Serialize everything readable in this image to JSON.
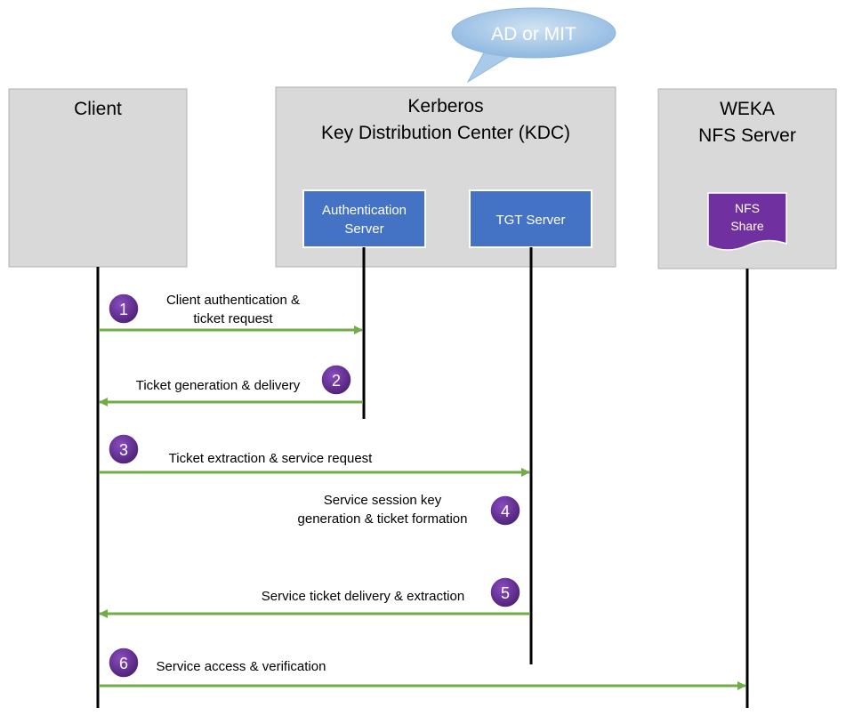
{
  "callout": {
    "text": "AD or MIT"
  },
  "participants": {
    "client": {
      "title": [
        "Client"
      ]
    },
    "kdc": {
      "title": [
        "Kerberos",
        "Key Distribution Center (KDC)"
      ]
    },
    "weka": {
      "title": [
        "WEKA",
        "NFS Server"
      ]
    }
  },
  "components": {
    "auth_server": {
      "lines": [
        "Authentication",
        "Server"
      ]
    },
    "tgt_server": {
      "lines": [
        "TGT Server"
      ]
    },
    "nfs_share": {
      "lines": [
        "NFS",
        "Share"
      ]
    }
  },
  "steps": [
    {
      "number": "1",
      "lines": [
        "Client authentication &",
        "ticket request"
      ]
    },
    {
      "number": "2",
      "lines": [
        "Ticket generation & delivery"
      ]
    },
    {
      "number": "3",
      "lines": [
        "Ticket extraction & service request"
      ]
    },
    {
      "number": "4",
      "lines": [
        "Service session key",
        "generation & ticket formation"
      ]
    },
    {
      "number": "5",
      "lines": [
        "Service ticket delivery & extraction"
      ]
    },
    {
      "number": "6",
      "lines": [
        "Service access & verification"
      ]
    }
  ],
  "colors": {
    "box_fill": "#d9d9d9",
    "box_stroke": "#b0b0b0",
    "blue_box": "#4472c4",
    "purple_doc": "#7030a0",
    "arrow": "#70ad47",
    "badge": "#5b2c83",
    "callout_fill": "#9dc3e6"
  }
}
